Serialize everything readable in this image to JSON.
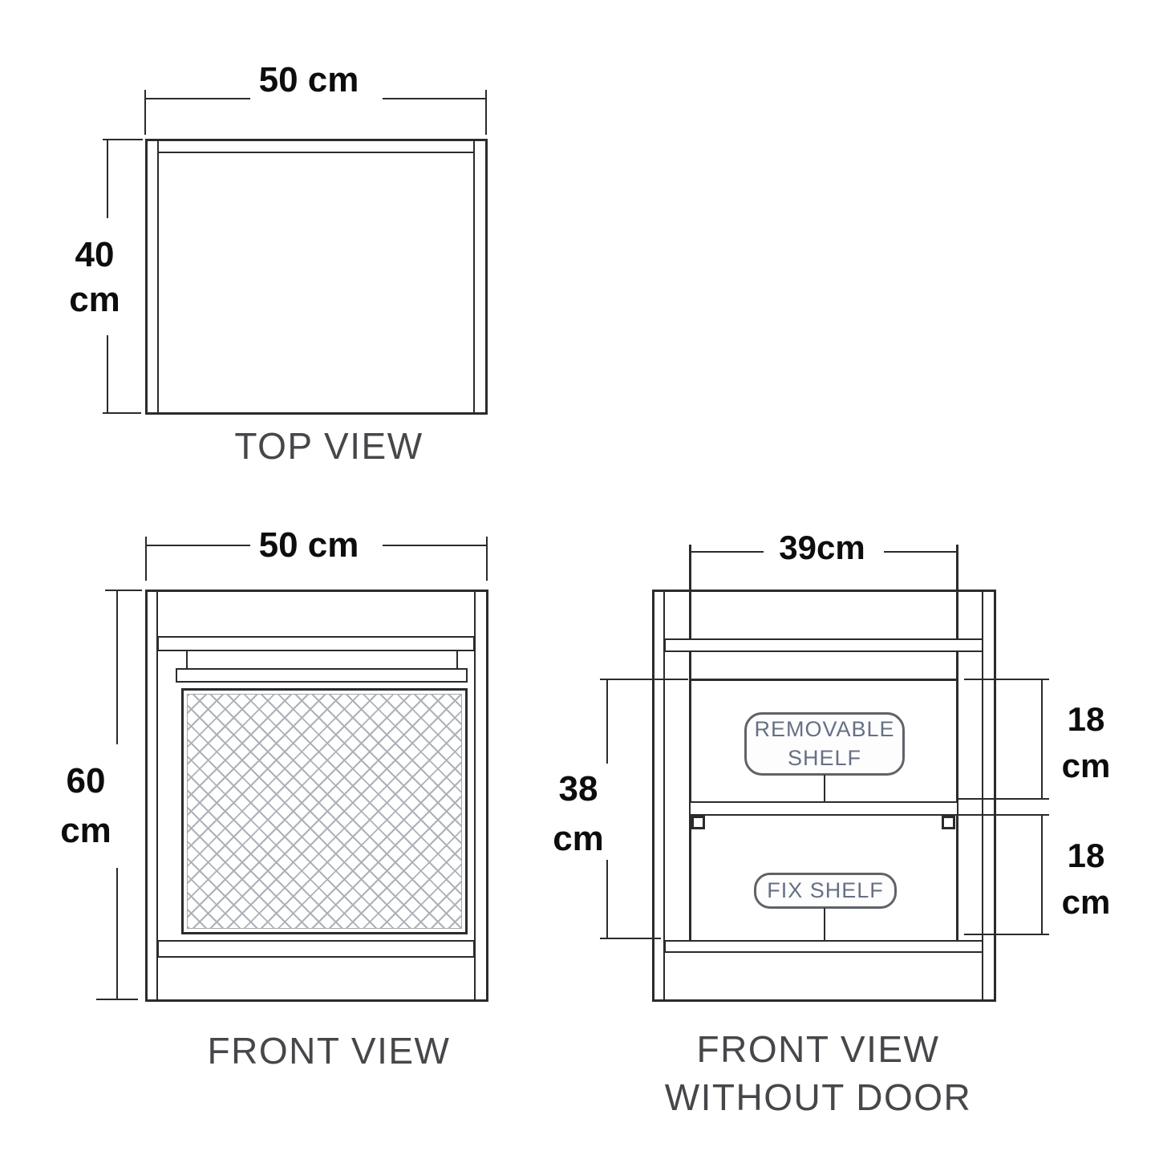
{
  "background": "#ffffff",
  "line_color": "#2b2b2b",
  "mesh_line_color": "#adb2b8",
  "view_label_color": "#47464a",
  "dimension_text_color": "#0d0d0d",
  "shelf_label_text_color": "#667085",
  "top_view": {
    "label": "TOP VIEW",
    "width_dim": "50 cm",
    "depth_dim": {
      "line1": "40",
      "line2": "cm"
    }
  },
  "front_view": {
    "label": "FRONT VIEW",
    "width_dim": "50 cm",
    "height_dim": {
      "line1": "60",
      "line2": "cm"
    }
  },
  "front_view_without_door": {
    "label": {
      "line1": "FRONT VIEW",
      "line2": "WITHOUT DOOR"
    },
    "inner_width_dim": "39cm",
    "inner_height_dim": {
      "line1": "38",
      "line2": "cm"
    },
    "upper_section_dim": {
      "line1": "18",
      "line2": "cm"
    },
    "lower_section_dim": {
      "line1": "18",
      "line2": "cm"
    },
    "removable_shelf": {
      "line1": "REMOVABLE",
      "line2": "SHELF"
    },
    "fix_shelf": "FIX SHELF"
  }
}
